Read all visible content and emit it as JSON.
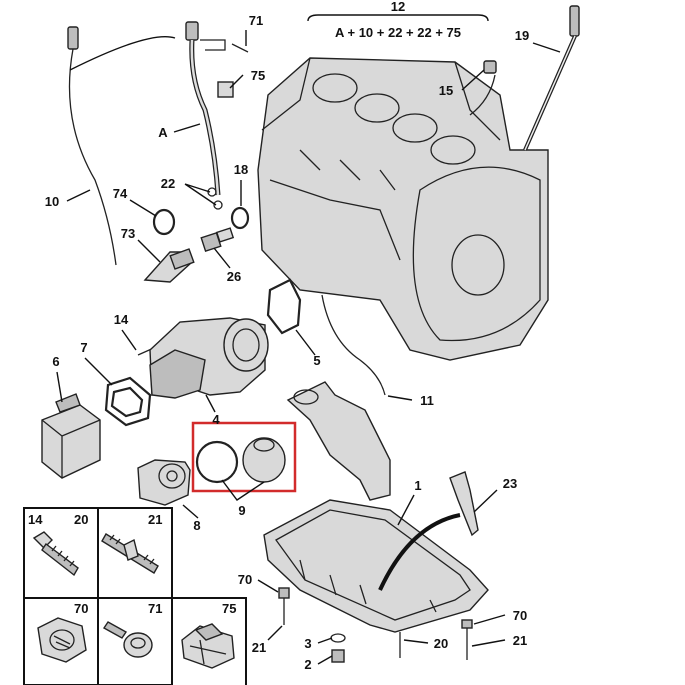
{
  "diagram": {
    "header": {
      "group_number": "12",
      "formula": "A + 10 + 22 + 22 + 75"
    },
    "labels": [
      {
        "id": "71",
        "text": "71"
      },
      {
        "id": "75",
        "text": "75"
      },
      {
        "id": "A",
        "text": "A"
      },
      {
        "id": "10",
        "text": "10"
      },
      {
        "id": "74",
        "text": "74"
      },
      {
        "id": "22",
        "text": "22"
      },
      {
        "id": "18",
        "text": "18"
      },
      {
        "id": "73",
        "text": "73"
      },
      {
        "id": "26",
        "text": "26"
      },
      {
        "id": "19",
        "text": "19"
      },
      {
        "id": "15",
        "text": "15"
      },
      {
        "id": "14",
        "text": "14"
      },
      {
        "id": "7",
        "text": "7"
      },
      {
        "id": "6",
        "text": "6"
      },
      {
        "id": "5",
        "text": "5"
      },
      {
        "id": "4",
        "text": "4"
      },
      {
        "id": "11",
        "text": "11"
      },
      {
        "id": "8",
        "text": "8"
      },
      {
        "id": "9",
        "text": "9"
      },
      {
        "id": "1",
        "text": "1"
      },
      {
        "id": "23",
        "text": "23"
      },
      {
        "id": "70a",
        "text": "70"
      },
      {
        "id": "21a",
        "text": "21"
      },
      {
        "id": "3",
        "text": "3"
      },
      {
        "id": "2",
        "text": "2"
      },
      {
        "id": "20",
        "text": "20"
      },
      {
        "id": "70b",
        "text": "70"
      },
      {
        "id": "21b",
        "text": "21"
      }
    ],
    "fastener_grid": [
      {
        "labels": [
          "14",
          "20"
        ]
      },
      {
        "labels": [
          "21"
        ]
      },
      {
        "labels": [
          "70"
        ]
      },
      {
        "labels": [
          "71"
        ]
      },
      {
        "labels": [
          "75"
        ]
      }
    ],
    "highlight_color": "#d22b2b"
  }
}
